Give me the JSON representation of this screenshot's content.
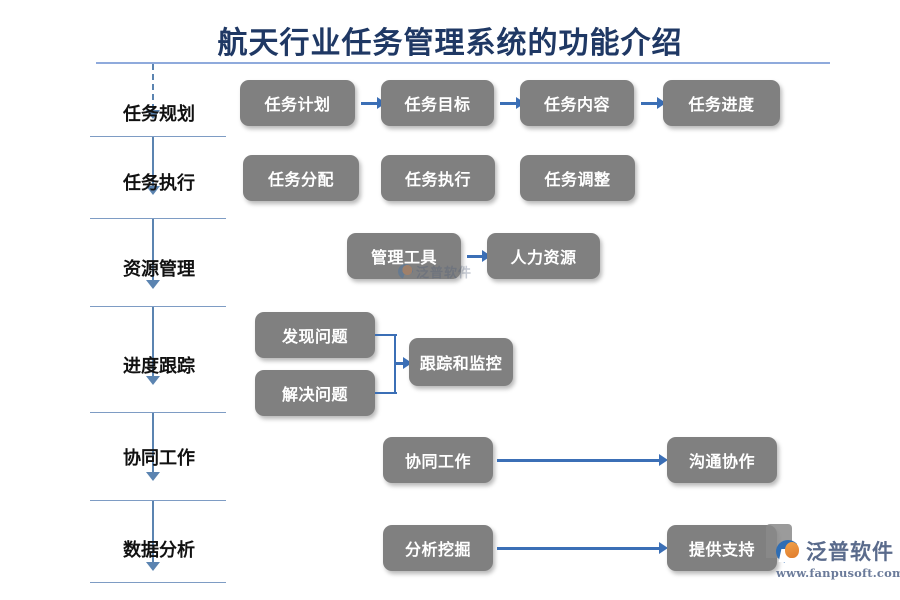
{
  "title": "航天行业任务管理系统的功能介绍",
  "brand": {
    "name": "泛普软件",
    "url": "www.fanpusoft.com",
    "watermark_text": "泛普软件",
    "accent_blue": "#3B6FB6",
    "title_color": "#1F3864",
    "node_color": "#808080",
    "rule_color": "#8FAADC"
  },
  "stages": [
    {
      "label": "任务规划"
    },
    {
      "label": "任务执行"
    },
    {
      "label": "资源管理"
    },
    {
      "label": "进度跟踪"
    },
    {
      "label": "协同工作"
    },
    {
      "label": "数据分析"
    }
  ],
  "nodes": {
    "r1c1": "任务计划",
    "r1c2": "任务目标",
    "r1c3": "任务内容",
    "r1c4": "任务进度",
    "r2c1": "任务分配",
    "r2c2": "任务执行",
    "r2c3": "任务调整",
    "r3c1": "管理工具",
    "r3c2": "人力资源",
    "r4a": "发现问题",
    "r4b": "解决问题",
    "r4c": "跟踪和监控",
    "r5c1": "协同工作",
    "r5c2": "沟通协作",
    "r6c1": "分析挖掘",
    "r6c2": "提供支持"
  },
  "flow": {
    "type": "diagram",
    "orientation": "left-stage-column + horizontal node rows",
    "rows": [
      {
        "stage": "任务规划",
        "nodes": [
          "任务计划",
          "任务目标",
          "任务内容",
          "任务进度"
        ],
        "connectors": [
          "arrow",
          "arrow",
          "arrow"
        ]
      },
      {
        "stage": "任务执行",
        "nodes": [
          "任务分配",
          "任务执行",
          "任务调整"
        ],
        "connectors": []
      },
      {
        "stage": "资源管理",
        "nodes": [
          "管理工具",
          "人力资源"
        ],
        "connectors": [
          "arrow"
        ]
      },
      {
        "stage": "进度跟踪",
        "nodes": [
          "发现问题",
          "解决问题",
          "跟踪和监控"
        ],
        "connectors": [
          "merge-bracket"
        ]
      },
      {
        "stage": "协同工作",
        "nodes": [
          "协同工作",
          "沟通协作"
        ],
        "connectors": [
          "long-arrow"
        ]
      },
      {
        "stage": "数据分析",
        "nodes": [
          "分析挖掘",
          "提供支持"
        ],
        "connectors": [
          "long-arrow"
        ]
      }
    ]
  }
}
